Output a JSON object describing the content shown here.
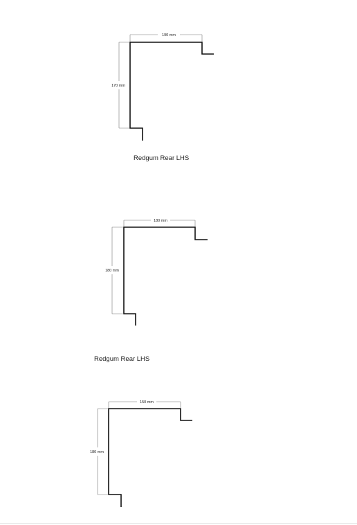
{
  "diagrams": [
    {
      "width_label": "190 mm",
      "height_label": "170 mm",
      "caption": "Redgum Rear LHS"
    },
    {
      "width_label": "180 mm",
      "height_label": "180 mm",
      "caption": "Redgum Rear LHS"
    },
    {
      "width_label": "150 mm",
      "height_label": "180 mm",
      "caption": ""
    }
  ]
}
